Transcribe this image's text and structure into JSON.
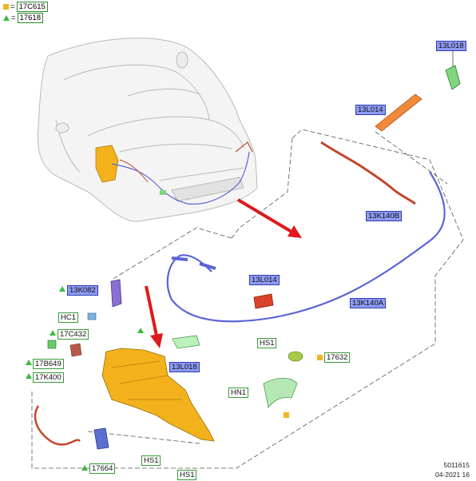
{
  "legend": [
    {
      "symbol": "square",
      "code": "17C615",
      "color": "#f2b420"
    },
    {
      "symbol": "triangle",
      "code": "17618",
      "color": "#3dbb3d"
    }
  ],
  "labels": {
    "l13L018_top": "13L018",
    "l13L014_top": "13L014",
    "l13K140B": "13K140B",
    "l13L014_mid": "13L014",
    "l13K140A": "13K140A",
    "l13K082": "13K082",
    "lHC1": "HC1",
    "l17C432": "17C432",
    "l17B649": "17B649",
    "l17K400": "17K400",
    "l13L018_bot": "13L018",
    "lHS1_right": "HS1",
    "l17632": "17632",
    "lHN1": "HN1",
    "l17664": "17664",
    "lHS1_a": "HS1",
    "lHS1_b": "HS1"
  },
  "footer": {
    "doc_id": "5011615",
    "date": "04-2021 16"
  },
  "colors": {
    "hose_blue": "#5a63d6",
    "hose_red": "#c2472e",
    "reservoir": "#f3b21c",
    "pump_blue": "#5a6fd0",
    "nozzle_green": "#7fd67f",
    "arrow_red": "#e0191b"
  }
}
